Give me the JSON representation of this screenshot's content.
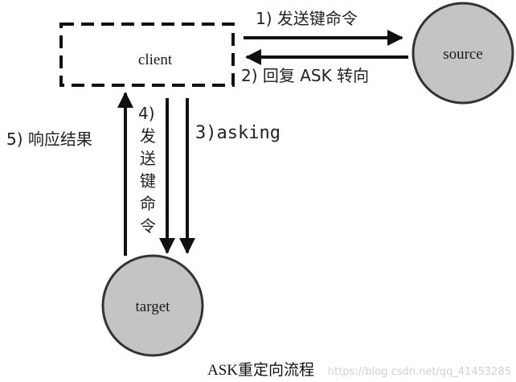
{
  "nodes": {
    "client": "client",
    "source": "source",
    "target": "target"
  },
  "steps": {
    "step1": "1) 发送键命令",
    "step2": "2) 回复 ASK 转向",
    "step3": "3)asking",
    "step4_num": "4)",
    "step4_chars": [
      "发",
      "送",
      "键",
      "命",
      "令"
    ],
    "step5": "5) 响应结果"
  },
  "caption": "ASK重定向流程",
  "watermark": "https://blog.csdn.net/qq_41453285",
  "colors": {
    "node_fill": "#c4c4c4",
    "stroke": "#111111"
  }
}
